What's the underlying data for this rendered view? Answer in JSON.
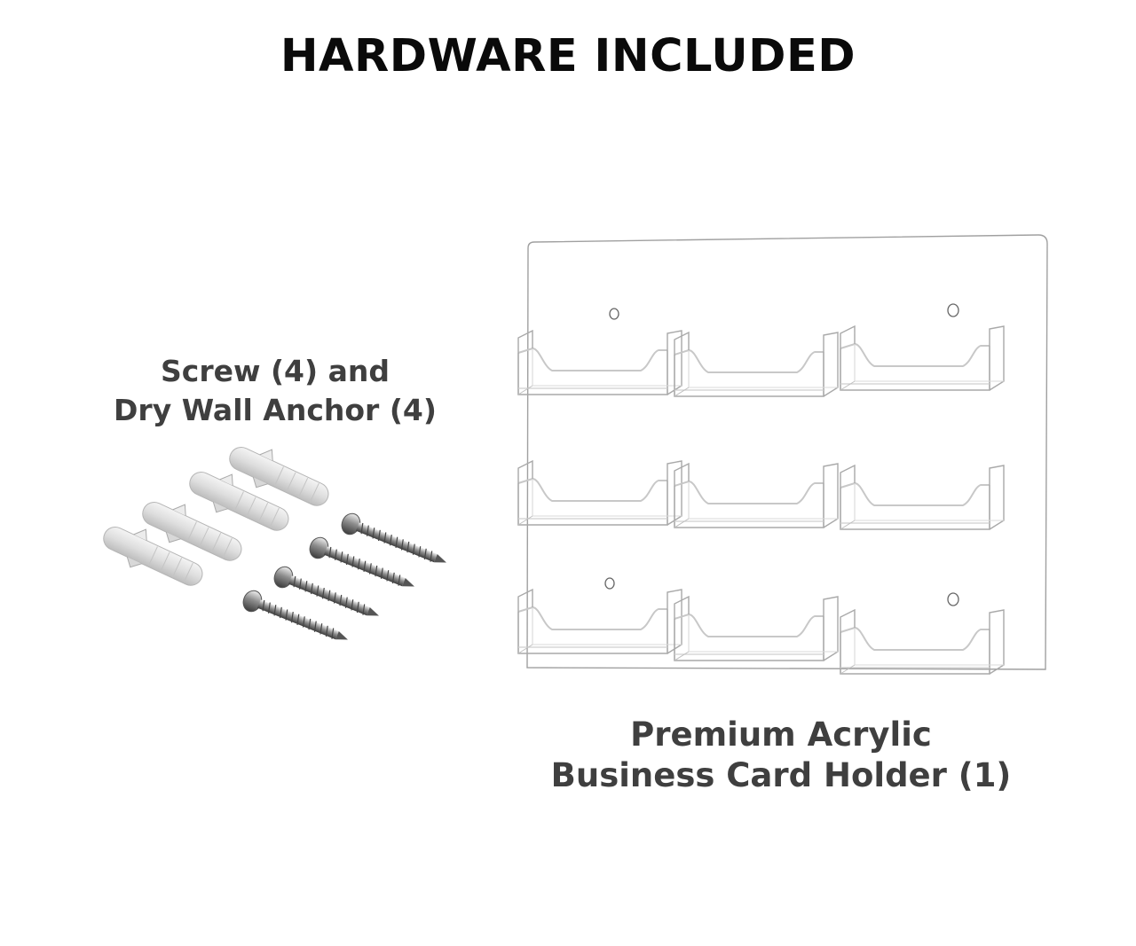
{
  "heading": "HARDWARE INCLUDED",
  "hardware": {
    "caption_line1": "Screw (4) and",
    "caption_line2": "Dry Wall Anchor (4)",
    "screw_count": 4,
    "anchor_count": 4
  },
  "holder": {
    "caption_line1": "Premium Acrylic",
    "caption_line2": "Business Card Holder (1)",
    "rows": 3,
    "columns": 3,
    "pocket_count": 9,
    "mounting_holes": 4
  },
  "colors": {
    "heading": "#0a0a0a",
    "caption": "#3f3f3f",
    "background": "#ffffff",
    "acrylic_edge": "#a8a8a8",
    "anchor": "#e2e2e2",
    "screw": "#9a9a9a"
  }
}
